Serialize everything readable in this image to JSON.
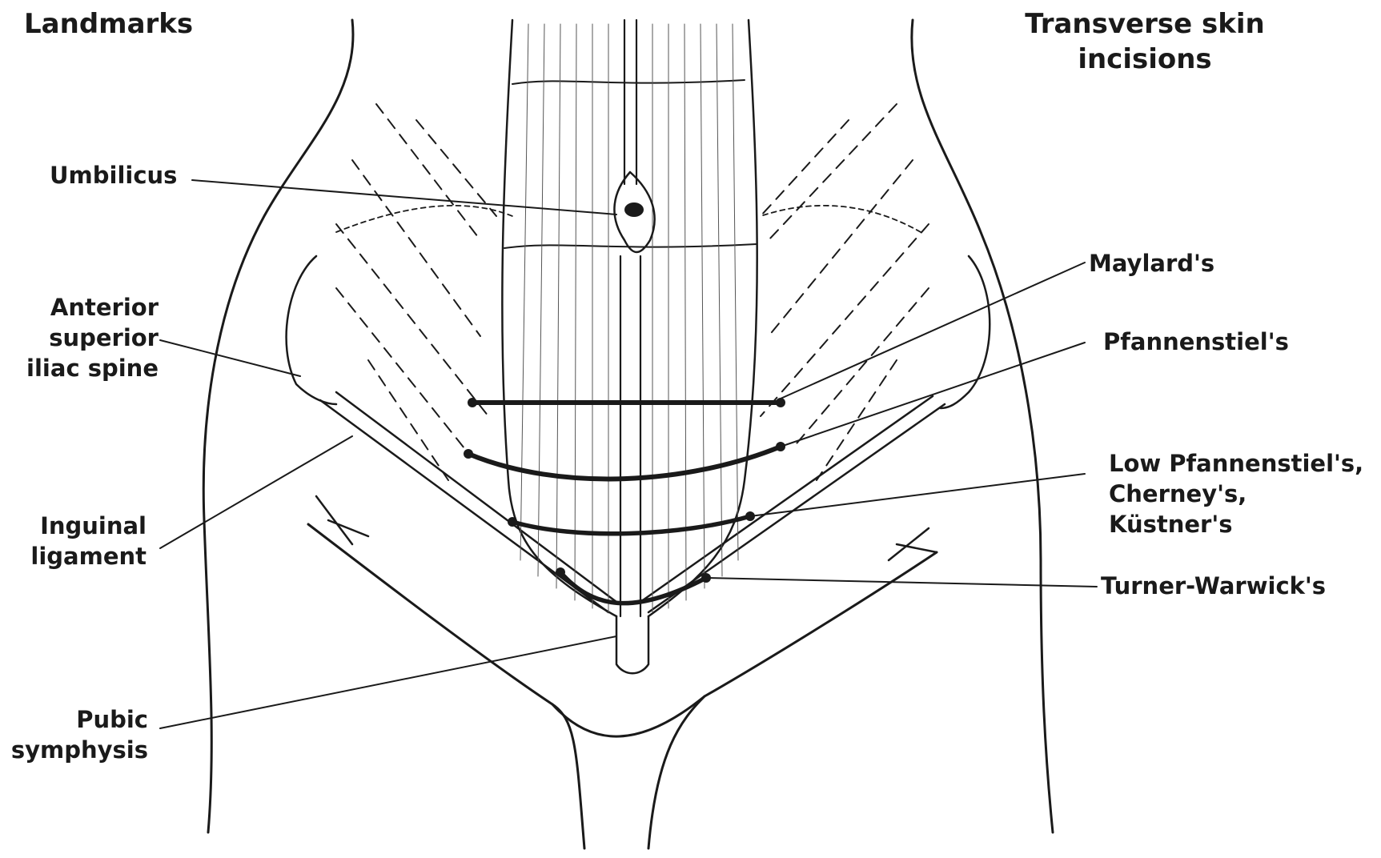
{
  "headers": {
    "left": "Landmarks",
    "right_line1": "Transverse skin",
    "right_line2": "incisions"
  },
  "landmarks": {
    "umbilicus": "Umbilicus",
    "asis_line1": "Anterior",
    "asis_line2": "superior",
    "asis_line3": "iliac spine",
    "inguinal_line1": "Inguinal",
    "inguinal_line2": "ligament",
    "pubic_line1": "Pubic",
    "pubic_line2": "symphysis"
  },
  "incisions": {
    "maylard": "Maylard's",
    "pfannenstiel": "Pfannenstiel's",
    "low_line1": "Low Pfannenstiel's,",
    "low_line2": "Cherney's,",
    "low_line3": "Küstner's",
    "turner": "Turner-Warwick's"
  },
  "colors": {
    "ink": "#1a1a1a",
    "background": "#ffffff"
  }
}
